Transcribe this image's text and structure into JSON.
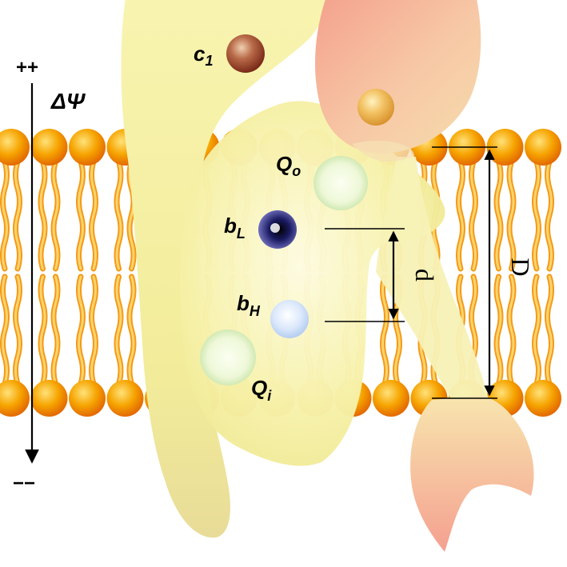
{
  "potential": {
    "plus": "++",
    "minus": "−−",
    "symbol": "ΔΨ"
  },
  "cofactors": {
    "c1": {
      "main": "c",
      "sub": "1"
    },
    "qo": {
      "main": "Q",
      "sub": "o"
    },
    "bl": {
      "main": "b",
      "sub": "L"
    },
    "bh": {
      "main": "b",
      "sub": "H"
    },
    "qi": {
      "main": "Q",
      "sub": "i"
    }
  },
  "distances": {
    "d": "d",
    "D": "D"
  }
}
